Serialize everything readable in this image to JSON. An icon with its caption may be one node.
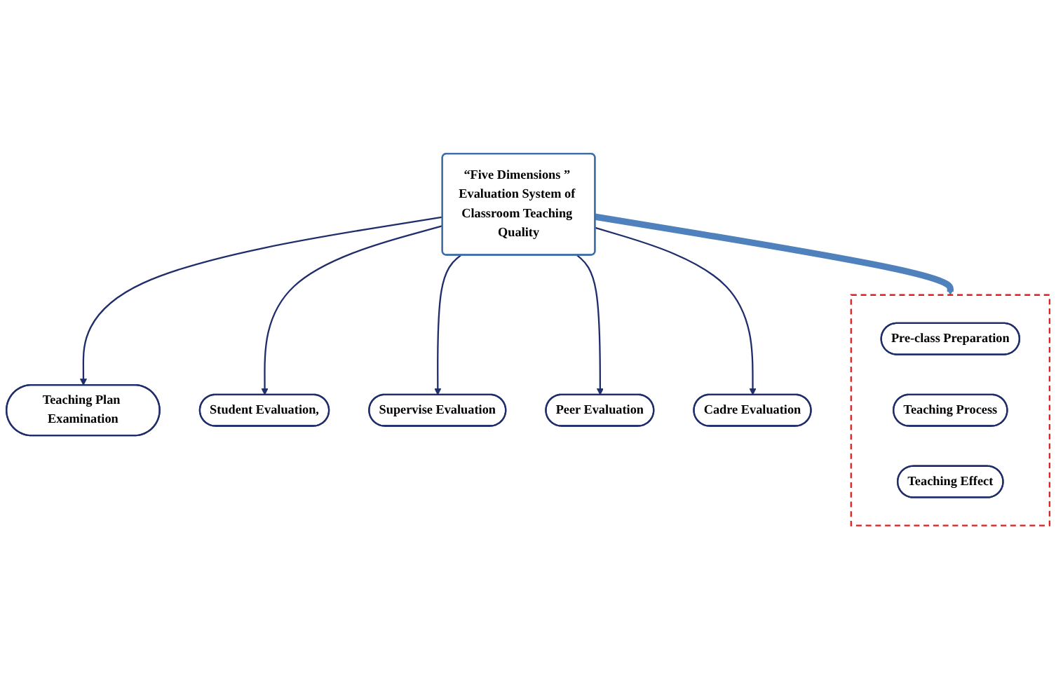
{
  "diagram": {
    "nodes": [
      {
        "text": [],
        "shape": "box"
      },
      {
        "text": [
          "Pre-class Preparation"
        ],
        "in": 0
      },
      {
        "text": [
          "Teaching Process"
        ],
        "in": 0
      },
      {
        "text": [
          "Teaching Effect"
        ],
        "in": 0
      },
      {
        "text": [
          "“Five Dimensions ” Evaluation System of Classroom Teaching Quality"
        ]
      },
      {
        "text": [
          "Teaching Plan Examination"
        ]
      },
      {
        "text": [
          "Student Evaluation,"
        ]
      },
      {
        "text": [
          "Supervise Evaluation"
        ]
      },
      {
        "text": [
          "Peer Evaluation"
        ]
      },
      {
        "text": [
          "Cadre Evaluation"
        ]
      }
    ],
    "edges": [
      {
        "from": 4,
        "to": 0,
        "arrow": "to",
        "style": "thick",
        "color": "#4f81bd"
      },
      {
        "from": 4,
        "to": 5,
        "arrow": "to"
      },
      {
        "from": 4,
        "to": 6,
        "arrow": "to"
      },
      {
        "from": 4,
        "to": 7,
        "arrow": "to"
      },
      {
        "from": 4,
        "to": 8,
        "arrow": "to"
      },
      {
        "from": 4,
        "to": 9,
        "arrow": "to"
      }
    ]
  }
}
